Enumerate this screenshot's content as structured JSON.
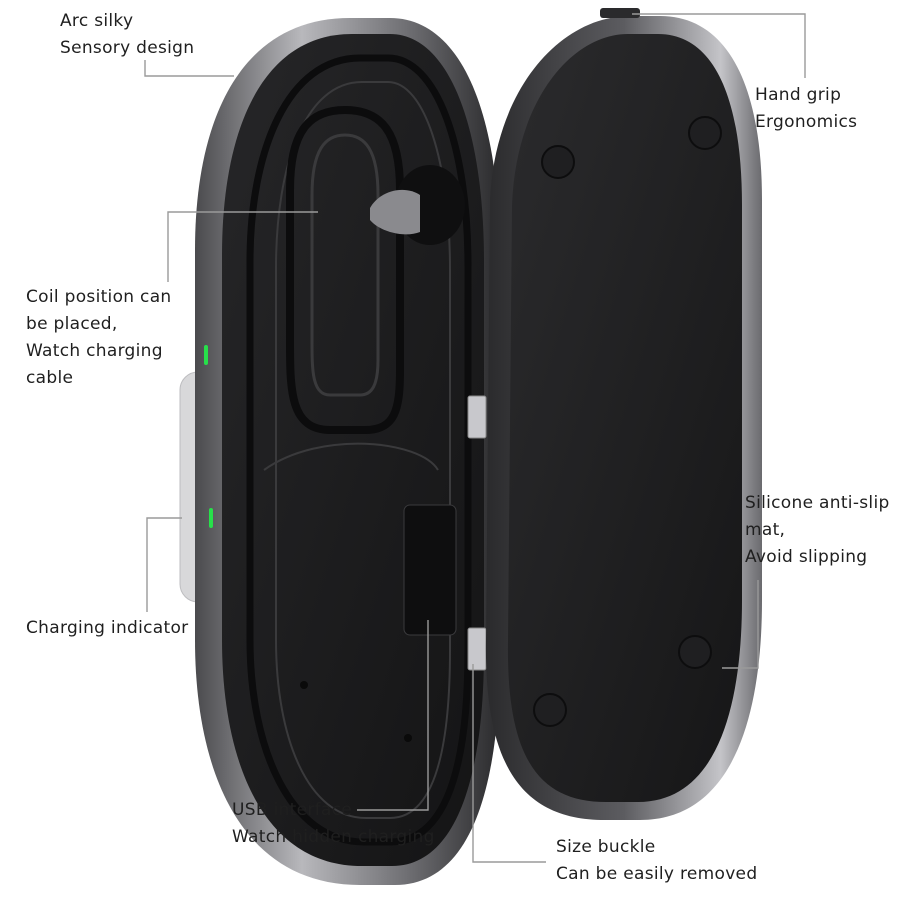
{
  "callouts": {
    "arc": {
      "lines": [
        "Arc silky",
        "Sensory design"
      ]
    },
    "grip": {
      "lines": [
        "Hand grip",
        "Ergonomics"
      ]
    },
    "coil": {
      "lines": [
        "Coil position can",
        "be placed,",
        "Watch charging",
        "cable"
      ]
    },
    "indicator": {
      "lines": [
        "Charging indicator"
      ]
    },
    "mat": {
      "lines": [
        "Silicone anti-slip",
        "mat,",
        "Avoid slipping"
      ]
    },
    "usb": {
      "lines": [
        "USB interface",
        "Watch hidden charging"
      ]
    },
    "buckle": {
      "lines": [
        "Size buckle",
        "Can be easily removed"
      ]
    }
  },
  "colors": {
    "background": "#ffffff",
    "body_dark": "#1c1c1e",
    "rim_metal": "#8e8e93",
    "indicator_green": "#27e04a",
    "leader_line": "#9a9a9a"
  }
}
